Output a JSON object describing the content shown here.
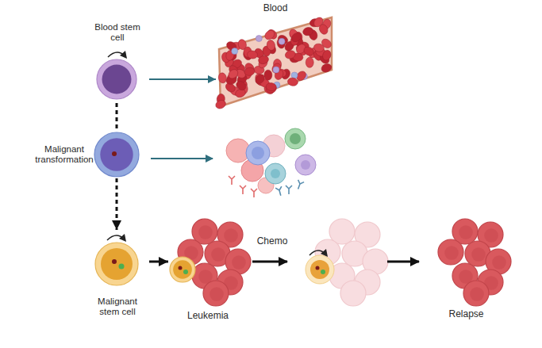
{
  "diagram": {
    "nodes": [
      {
        "text": [
          "Blood stem cell"
        ]
      },
      {
        "text": [
          "Blood"
        ]
      },
      {
        "text": [
          "Malignant transformation"
        ]
      },
      {
        "text": [
          "Malignant stem cell"
        ]
      },
      {
        "text": [
          "Leukemia"
        ]
      },
      {
        "text": [
          "Relapse"
        ]
      }
    ],
    "edges": [
      {
        "from": 0,
        "to": 1,
        "arrow": "to"
      },
      {
        "from": 0,
        "to": 2,
        "arrow": "none"
      },
      {
        "from": 2,
        "to": 3,
        "arrow": "to"
      },
      {
        "from": 3,
        "to": 4,
        "arrow": "to"
      }
    ],
    "labels": [
      "Chemo"
    ]
  }
}
